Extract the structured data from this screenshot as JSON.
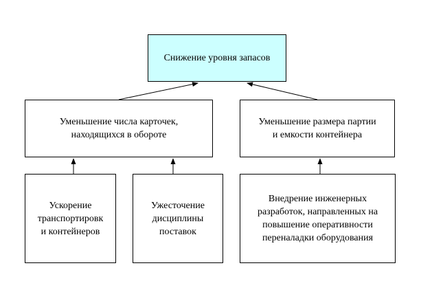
{
  "diagram": {
    "top": {
      "text": "Снижение уровня запасов"
    },
    "middle": [
      {
        "text": "Уменьшение числа карточек,\nнаходящихся в обороте"
      },
      {
        "text": "Уменьшение размера партии\nи емкости контейнера"
      }
    ],
    "bottom": [
      {
        "text": "Ускорение\nтранспортировк\nи контейнеров"
      },
      {
        "text": "Ужесточение\nдисциплины\nпоставок"
      },
      {
        "text": "Внедрение инженерных\nразработок, направленных на\nповышение оперативности\nпереналадки оборудования"
      }
    ],
    "colors": {
      "top_fill": "#ccffff",
      "box_fill": "#ffffff",
      "stroke": "#000000"
    }
  }
}
